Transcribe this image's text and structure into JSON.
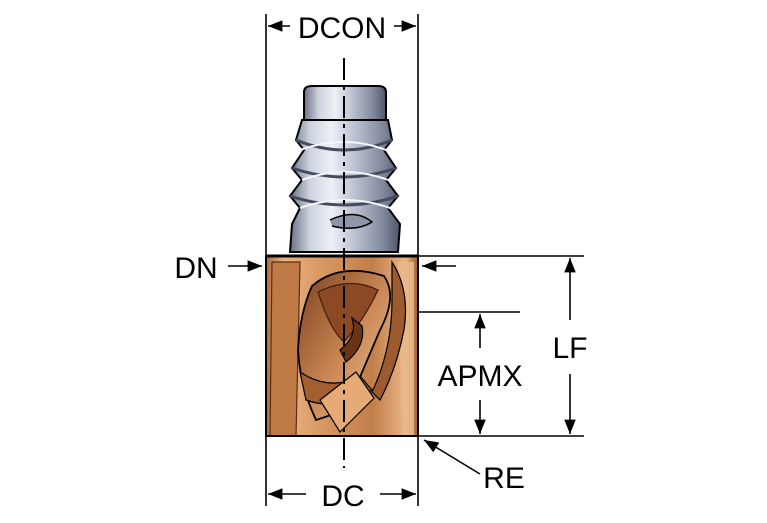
{
  "labels": {
    "dcon": "DCON",
    "dn": "DN",
    "lf": "LF",
    "apmx": "APMX",
    "dc": "DC",
    "re": "RE"
  },
  "colors": {
    "shank_light": "#e2e6ee",
    "shank_mid": "#a9b1c4",
    "shank_dark": "#5d6478",
    "head_light": "#f0c49a",
    "head_mid": "#d5935f",
    "head_dark": "#8a4d2a",
    "line": "#000000"
  }
}
